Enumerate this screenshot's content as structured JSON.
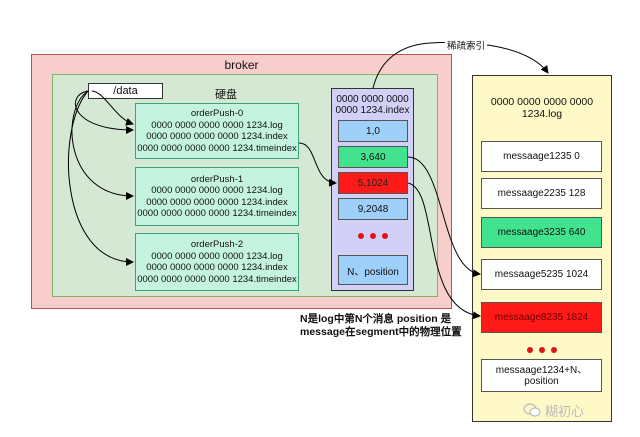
{
  "broker": {
    "title": "broker"
  },
  "disk": {
    "title": "硬盘"
  },
  "data_dir": "/data",
  "partitions": [
    {
      "name": "orderPush-0",
      "files": [
        "0000 0000 0000 0000 1234.log",
        "0000 0000 0000 0000 1234.index",
        "0000 0000 0000 0000 1234.timeindex"
      ]
    },
    {
      "name": "orderPush-1",
      "files": [
        "0000 0000 0000 0000 1234.log",
        "0000 0000 0000 0000 1234.index",
        "0000 0000 0000 0000 1234.timeindex"
      ]
    },
    {
      "name": "orderPush-2",
      "files": [
        "0000 0000 0000 0000 1234.log",
        "0000 0000 0000 0000 1234.index",
        "0000 0000 0000 0000 1234.timeindex"
      ]
    }
  ],
  "index_file": {
    "title": "0000 0000 0000 0000 1234.index",
    "entries": [
      "1,0",
      "3,640",
      "5,1024",
      "9,2048"
    ],
    "last_entry": "N、position"
  },
  "log_file": {
    "title": "0000 0000 0000 0000 1234.log",
    "messages": [
      "messaage1235  0",
      "messaage2235  128",
      "messaage3235  640",
      "messaage5235 1024",
      "messaage8235 1824"
    ],
    "last_message": "messaage1234+N、position"
  },
  "sparse_index_label": "稀疏索引",
  "caption": "N是log中第N个消息 position 是 message在segment中的物理位置",
  "watermark": "糊初心",
  "colors": {
    "broker_bg": "#f8cecc",
    "disk_bg": "#d5e8d4",
    "partition_bg": "#c4f3e0",
    "index_col_bg": "#d2d0f7",
    "log_col_bg": "#fff9c8",
    "highlight_green": "#42e38e",
    "highlight_red": "#ff1a1a",
    "entry_blue": "#9ed0fa"
  }
}
